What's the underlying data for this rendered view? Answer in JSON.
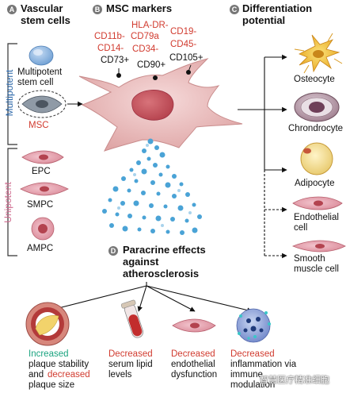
{
  "panels": {
    "a": {
      "badge": "A",
      "title_line1": "Vascular",
      "title_line2": "stem cells"
    },
    "b": {
      "badge": "B",
      "title": "MSC markers"
    },
    "c": {
      "badge": "C",
      "title_line1": "Differentiation",
      "title_line2": "potential"
    },
    "d": {
      "badge": "D",
      "title_line1": "Paracrine effects",
      "title_line2": "against",
      "title_line3": "atherosclerosis"
    }
  },
  "multipotent": {
    "label": "Multipotent",
    "cell1_line1": "Multipotent",
    "cell1_line2": "stem cell",
    "cell2": "MSC"
  },
  "unipotent": {
    "label": "Unipotent",
    "cells": [
      "EPC",
      "SMPC",
      "AMPC"
    ]
  },
  "markers": {
    "negative": [
      "HLA-DR-",
      "CD11b-",
      "CD79a",
      "CD19-",
      "CD14-",
      "CD34-",
      "CD45-"
    ],
    "positive": [
      "CD73+",
      "CD90+",
      "CD105+"
    ]
  },
  "differentiation": [
    "Osteocyte",
    "Chrondrocyte",
    "Adipocyte",
    "Endothelial",
    "cell",
    "Smooth",
    "muscle cell"
  ],
  "effects": [
    {
      "line1_colored": "Increased",
      "line2": "plaque stability",
      "line3_a": "and",
      "line3_b": "decreased",
      "line4": "plaque size"
    },
    {
      "line1_colored": "Decreased",
      "line2": "serum lipid",
      "line3": "levels"
    },
    {
      "line1_colored": "Decreased",
      "line2": "endothelial",
      "line3": "dysfunction"
    },
    {
      "line1_colored": "Decreased",
      "line2": "inflammation via",
      "line3": "immune",
      "line4": "modulation"
    }
  ],
  "watermark": "智慧医疗精准细胞",
  "colors": {
    "msc_body": "#f0c9c9",
    "msc_nucleus": "#c9545d",
    "negative_marker": "#d13b2f",
    "increase": "#1aa37f",
    "decrease": "#d13b2f",
    "multipotent": "#2a66a8",
    "unipotent": "#d06b8f"
  }
}
